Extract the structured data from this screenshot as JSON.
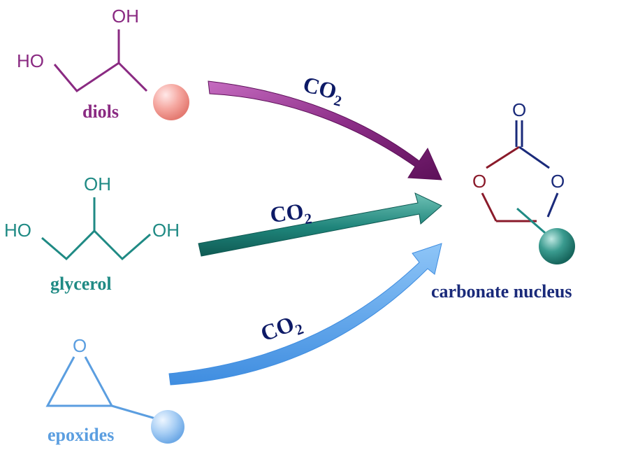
{
  "colors": {
    "diols": "#8a2a82",
    "glycerol": "#1f8a84",
    "epoxides": "#5b9ee0",
    "carbonate": "#1a2a7a",
    "carbonate_o_left": "#8a1a2a",
    "co2_text": "#0d1a66"
  },
  "diols": {
    "label": "diols",
    "oh_top": "OH",
    "ho_left": "HO"
  },
  "glycerol": {
    "label": "glycerol",
    "oh_top": "OH",
    "ho_left": "HO",
    "oh_right": "OH"
  },
  "epoxides": {
    "label": "epoxides",
    "o_atom": "O"
  },
  "carbonate": {
    "label": "carbonate nucleus",
    "o_top": "O",
    "o_left": "O",
    "o_right": "O"
  },
  "arrows": {
    "diols_co2": {
      "main": "CO",
      "sub": "2"
    },
    "glycerol_co2": {
      "main": "CO",
      "sub": "2"
    },
    "epoxides_co2": {
      "main": "CO",
      "sub": "2"
    }
  }
}
